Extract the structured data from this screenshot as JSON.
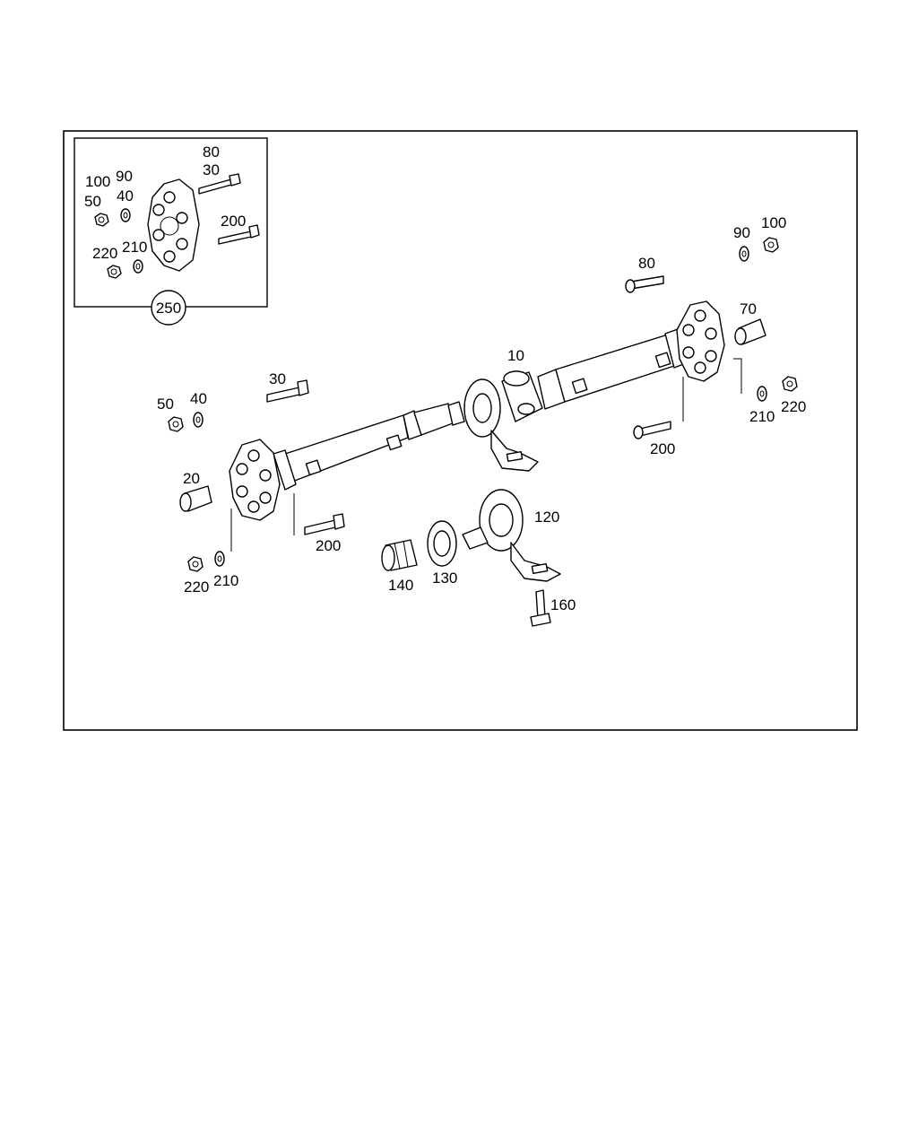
{
  "diagram": {
    "callouts": {
      "inset_80": "80",
      "inset_30": "30",
      "inset_100": "100",
      "inset_90": "90",
      "inset_50": "50",
      "inset_40": "40",
      "inset_200": "200",
      "inset_220": "220",
      "inset_210": "210",
      "inset_250": "250",
      "main_90": "90",
      "main_100": "100",
      "main_80": "80",
      "main_70": "70",
      "main_10": "10",
      "main_30": "30",
      "main_50": "50",
      "main_40": "40",
      "main_210_right": "210",
      "main_220_right": "220",
      "main_200_right": "200",
      "main_20": "20",
      "main_120": "120",
      "main_200_left": "200",
      "main_220_left": "220",
      "main_210_left": "210",
      "main_140": "140",
      "main_130": "130",
      "main_160": "160"
    }
  }
}
